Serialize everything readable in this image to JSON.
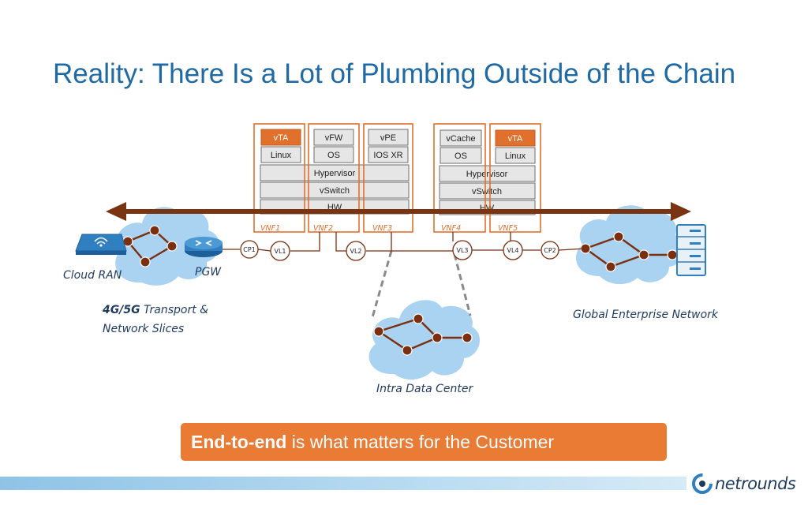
{
  "slide": {
    "title": "Reality: There Is a Lot of Plumbing Outside of the Chain",
    "banner_bold": "End-to-end",
    "banner_rest": " is what matters for the Customer",
    "logo_text": "netrounds"
  },
  "colors": {
    "title": "#1f6aa5",
    "accent": "#e1702c",
    "link": "#7a2f10",
    "cloud": "#a9d3f0",
    "label": "#1e3a5f"
  },
  "stack_left": {
    "vnfs": [
      {
        "label": "VNF1",
        "app": "vTA",
        "os": "Linux",
        "highlight": true
      },
      {
        "label": "VNF2",
        "app": "vFW",
        "os": "OS",
        "highlight": false
      },
      {
        "label": "VNF3",
        "app": "vPE",
        "os": "IOS XR",
        "highlight": false
      }
    ],
    "layers": [
      "Hypervisor",
      "vSwitch",
      "HW"
    ]
  },
  "stack_right": {
    "vnfs": [
      {
        "label": "VNF4",
        "app": "vCache",
        "os": "OS",
        "highlight": false
      },
      {
        "label": "VNF5",
        "app": "vTA",
        "os": "Linux",
        "highlight": true
      }
    ],
    "layers": [
      "Hypervisor",
      "vSwitch",
      "HW"
    ]
  },
  "points": [
    "CP1",
    "VL1",
    "VL2",
    "VL3",
    "VL4",
    "CP2"
  ],
  "labels": {
    "cloud_ran": "Cloud RAN",
    "pgw": "PGW",
    "transport_bold": "4G/5G",
    "transport_rest": " Transport &",
    "transport_line2": "Network Slices",
    "intra_dc": "Intra Data Center",
    "global_enterprise": "Global Enterprise Network"
  },
  "icons": [
    "router-ap-icon",
    "pgw-router-icon",
    "server-rack-icon",
    "netrounds-logo-icon"
  ]
}
